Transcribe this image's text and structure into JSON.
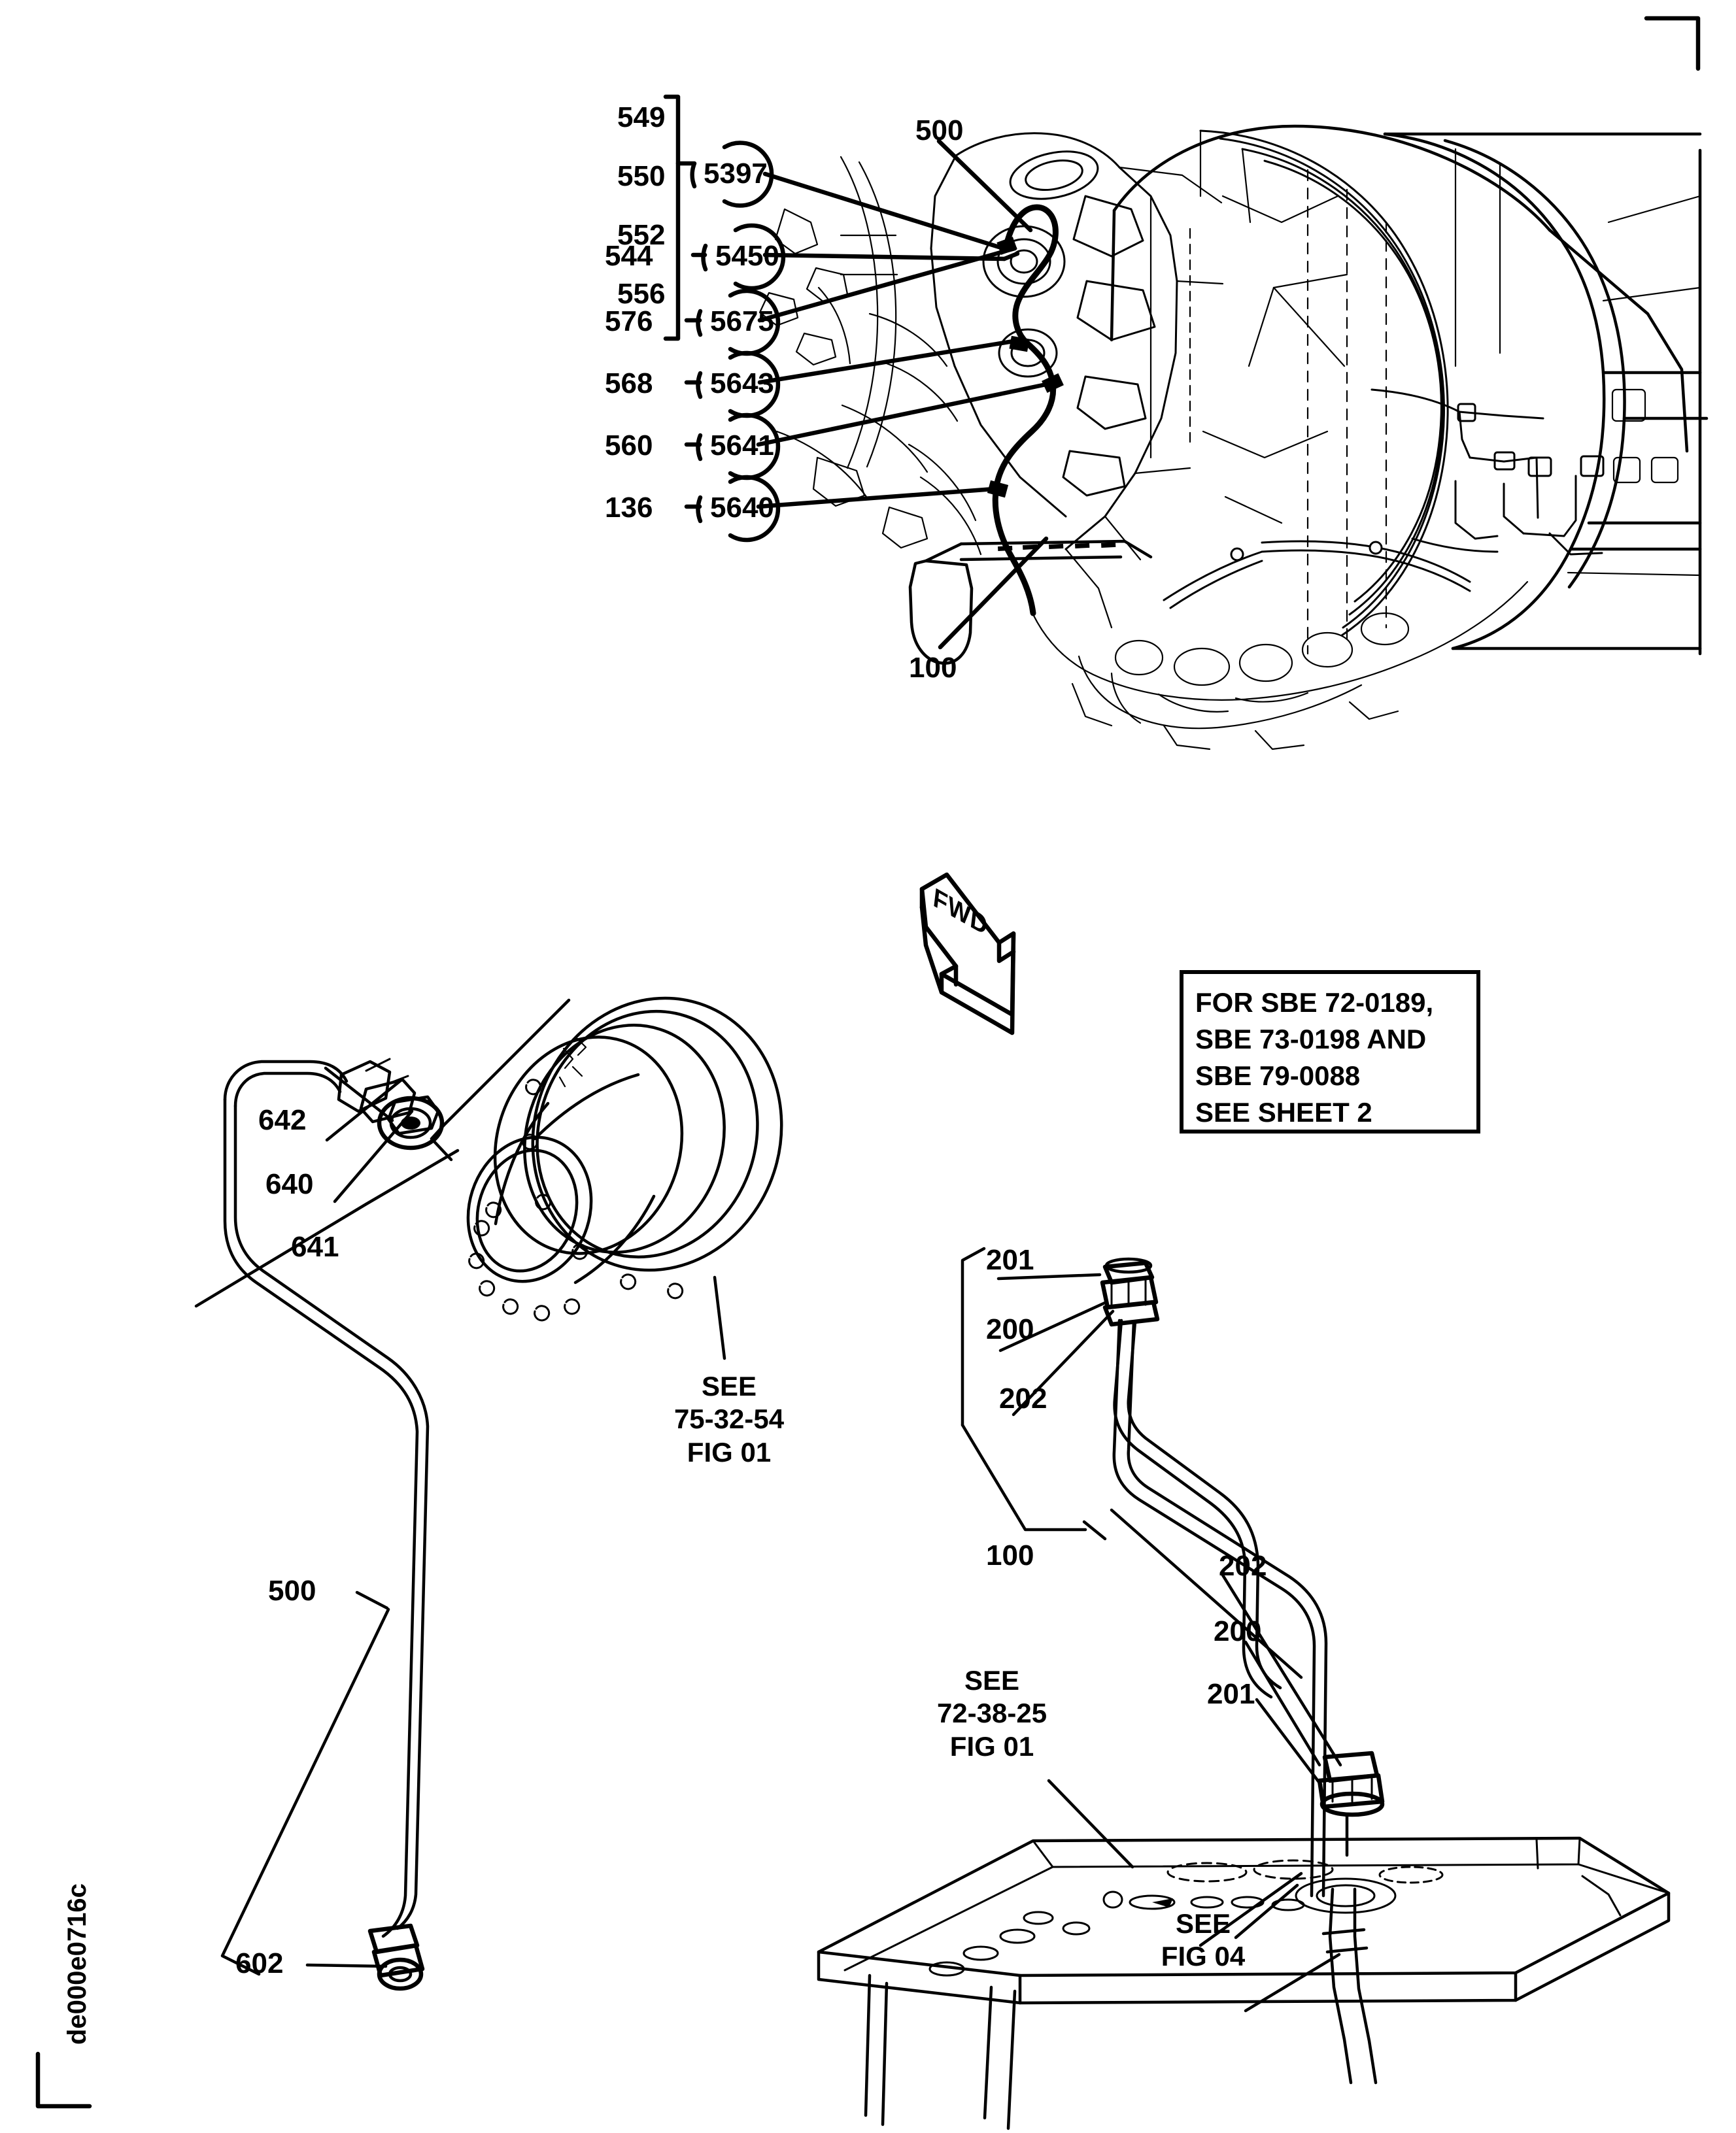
{
  "document": {
    "id_text": "de000e0716c",
    "title": "Pneumatic ducting / bleed tube installation illustrated parts breakdown"
  },
  "top_view": {
    "grouped_callout": {
      "items": [
        "549",
        "550",
        "552",
        "556"
      ],
      "circle_label": "5397"
    },
    "callouts": [
      {
        "item": "544",
        "circle": "5450"
      },
      {
        "item": "576",
        "circle": "5675"
      },
      {
        "item": "568",
        "circle": "5643"
      },
      {
        "item": "560",
        "circle": "5641"
      },
      {
        "item": "136",
        "circle": "5640"
      }
    ],
    "plain_labels": [
      {
        "text": "500"
      },
      {
        "text": "100"
      }
    ]
  },
  "fwd_arrow": {
    "label": "FWD"
  },
  "note_box": {
    "lines": [
      "FOR SBE 72-0189,",
      "SBE 73-0198 AND",
      "SBE 79-0088",
      "SEE SHEET 2"
    ]
  },
  "lower_left_view": {
    "item_labels": [
      "642",
      "640",
      "641",
      "500",
      "602"
    ],
    "reference": {
      "see": "SEE",
      "ref": "75-32-54",
      "fig": "FIG 01"
    }
  },
  "lower_right_view": {
    "upper_fitting_labels": [
      "201",
      "200",
      "202"
    ],
    "lower_fitting_labels": [
      "202",
      "200",
      "201"
    ],
    "tube_label": "100",
    "reference_left": {
      "see": "SEE",
      "ref": "72-38-25",
      "fig": "FIG 01"
    },
    "reference_bracket": {
      "see": "SEE",
      "fig": "FIG 04"
    }
  },
  "colors": {
    "line": "#000000",
    "background": "#ffffff"
  }
}
